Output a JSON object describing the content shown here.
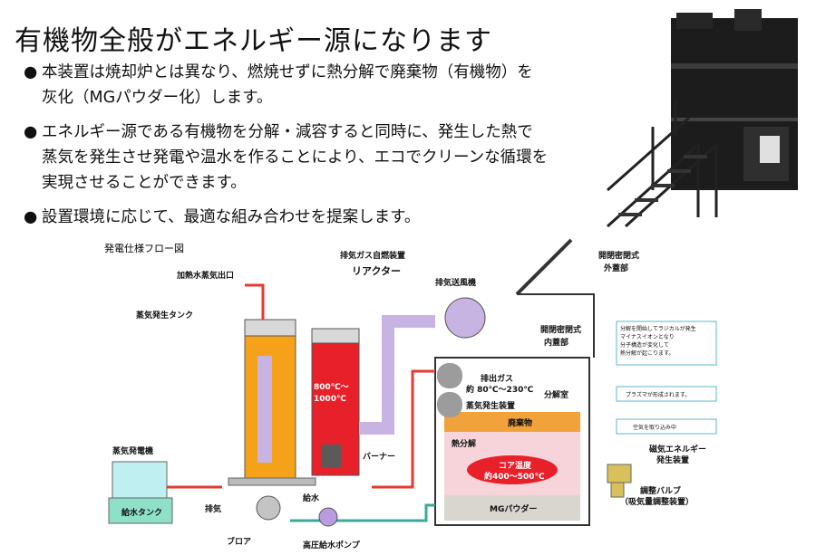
{
  "title": "有機物全般がエネルギー源になります",
  "bullets": [
    "本装置は焼却炉とは異なり、燃焼せずに熱分解で廃棄物（有機物）を\n灰化（MGパウダー化）します。",
    "エネルギー源である有機物を分解・減容すると同時に、発生した熱で\n蒸気を発生させ発電や温水を作ることにより、エコでクリーンな循環を\n実現させることができます。",
    "設置環境に応じて、最適な組み合わせを提案します。"
  ],
  "bullet_mark": "●",
  "diagram": {
    "title": "発電仕様フロー図",
    "labels": {
      "water_inlet": "加熱水蒸気出口",
      "steam_tank": "蒸気発生タンク",
      "gas_reactor_1": "排気ガス自燃装置",
      "gas_reactor_2": "リアクター",
      "exhaust_fan": "排気送風機",
      "lid_1": "開閉密閉式",
      "lid_2": "外蓋部",
      "inner_lid_1": "開閉密閉式",
      "inner_lid_2": "内蓋部",
      "temp_1": "800℃～",
      "temp_2": "1000℃",
      "burner": "バーナー",
      "gas_1": "排出ガス",
      "gas_2": "約 80℃～230℃",
      "cooler": "蒸気発生装置",
      "decomposition": "分解室",
      "waste": "廃棄物",
      "pyrolysis": "熱分解",
      "core_1": "コア温度",
      "core_2": "約400～500℃",
      "ash": "MGパウダー",
      "steam_generator": "蒸気発電機",
      "water_tank": "給水タンク",
      "exhaust": "排気",
      "blower": "ブロア",
      "water_supply": "給水",
      "pump": "高圧給水ポンプ",
      "magnetic_1": "磁気エネルギー",
      "magnetic_2": "発生装置",
      "valve_1": "調整バルブ",
      "valve_2": "（吸気量調整装置）"
    },
    "notes": {
      "note_1": "分解を開始してラジカルが発生\nマイナスイオンとなり\n分子構造が変化して\n熱分解が起こります。",
      "note_2": "プラズマが形成されます。",
      "note_3": "空気を取り込み中"
    }
  },
  "colors": {
    "orange": "#f5a21a",
    "red": "#e8202a",
    "lavender": "#c7b4e2",
    "pipe_red": "#e53a2f",
    "pipe_teal": "#3aa89a",
    "ash": "#d9d5cf",
    "waste": "#f2a23a"
  }
}
